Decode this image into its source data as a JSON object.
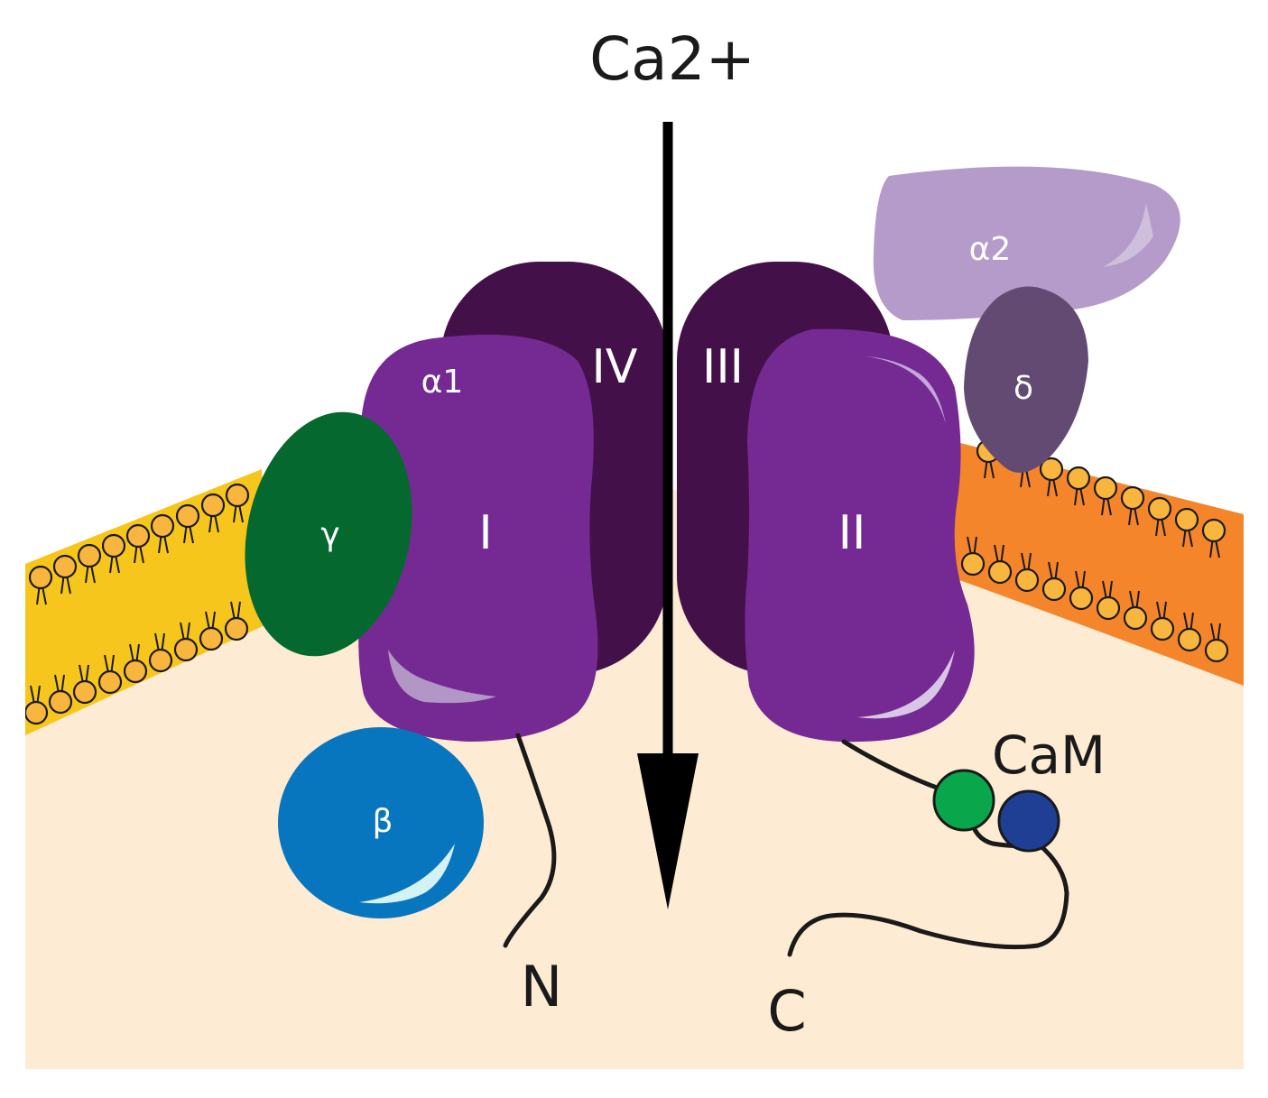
{
  "labels": {
    "ion": "Ca2+",
    "alpha1": "α1",
    "domain_I": "I",
    "domain_II": "II",
    "domain_III": "III",
    "domain_IV": "IV",
    "gamma": "γ",
    "beta": "β",
    "alpha2": "α2",
    "delta": "δ",
    "cam": "CaM",
    "n_term": "N",
    "c_term": "C"
  },
  "colors": {
    "cytoplasm": "#fdebd3",
    "membrane_left": "#f7c61c",
    "membrane_right": "#f5852b",
    "lipid_head": "#f8b63e",
    "alpha1_light": "#752a93",
    "alpha1_dark": "#44104a",
    "gamma": "#05692f",
    "beta": "#0876be",
    "alpha2": "#b59bc9",
    "delta": "#624a72",
    "cam_green": "#0aa64b",
    "cam_blue": "#1e3f94"
  }
}
